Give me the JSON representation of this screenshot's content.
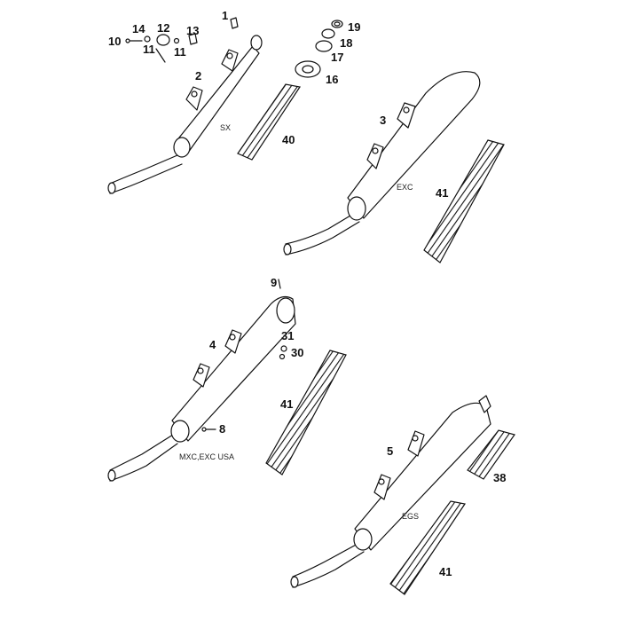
{
  "callouts": {
    "n1": "1",
    "n2": "2",
    "n3": "3",
    "n4": "4",
    "n5": "5",
    "n8": "8",
    "n9": "9",
    "n10": "10",
    "n11a": "11",
    "n11b": "11",
    "n12": "12",
    "n13": "13",
    "n14": "14",
    "n16": "16",
    "n17": "17",
    "n18": "18",
    "n19": "19",
    "n30": "30",
    "n31": "31",
    "n38": "38",
    "n40": "40",
    "n41a": "41",
    "n41b": "41",
    "n41c": "41"
  },
  "variants": {
    "sx": "SX",
    "exc": "EXC",
    "mxc": "MXC,EXC USA",
    "egs": "EGS"
  },
  "colors": {
    "line": "#111111",
    "background": "#ffffff"
  }
}
